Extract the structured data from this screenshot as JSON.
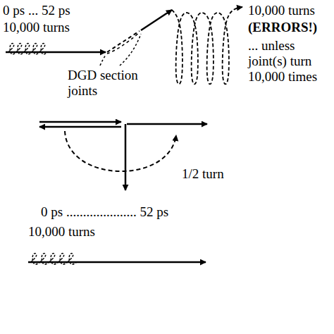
{
  "diagram": {
    "labels": [
      "0 ps ... 52 ps",
      "10,000 turns",
      "DGD section joints",
      "10,000 turns",
      "(ERRORS!)",
      "... unless joint(s) turn 10,000 times",
      "1/2 turn",
      "0 ps ..................... 52 ps",
      "10,000 turns"
    ]
  }
}
